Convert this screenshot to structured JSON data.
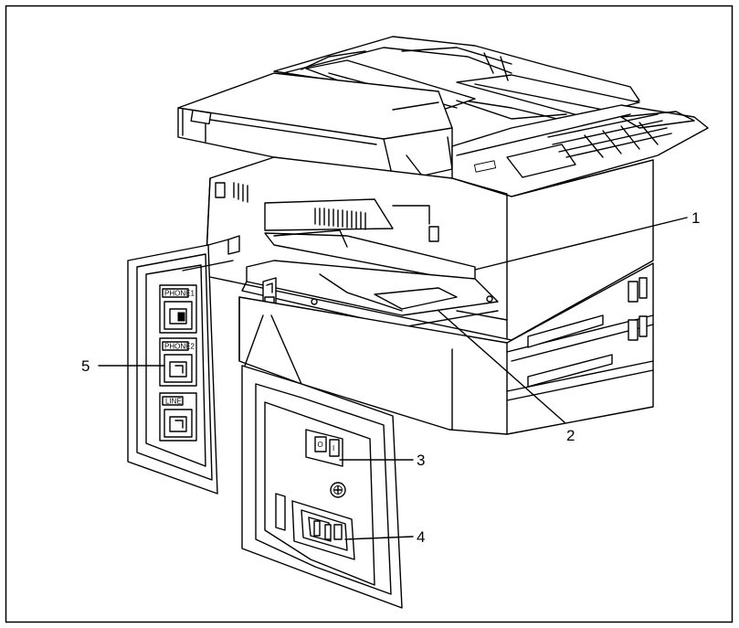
{
  "callouts": {
    "c1": "1",
    "c2": "2",
    "c3": "3",
    "c4": "4",
    "c5": "5"
  },
  "ports": {
    "phone1": "PHONE1",
    "phone2": "PHONE2",
    "line": "LINE"
  },
  "switch": {
    "off": "O",
    "on": "I"
  }
}
